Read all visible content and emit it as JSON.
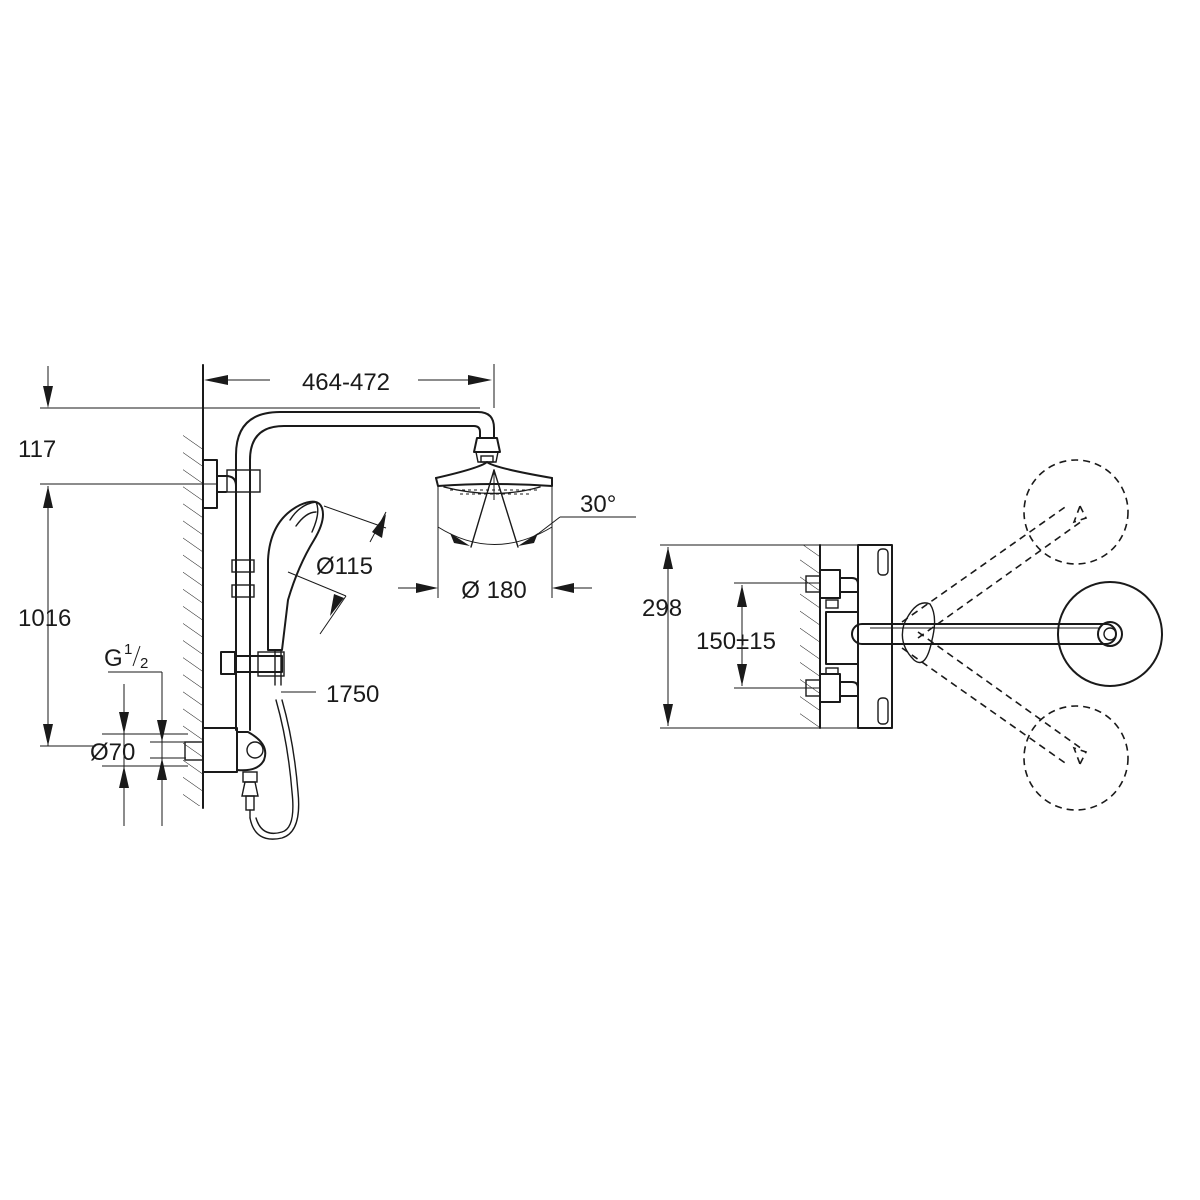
{
  "dimensions": {
    "width_range": "464-472",
    "head_height": "117",
    "total_height": "1016",
    "thread_main": "G",
    "thread_num": "1",
    "thread_den": "2",
    "flange_diameter": "Ø70",
    "hand_shower_diameter": "Ø115",
    "head_shower_diameter": "Ø 180",
    "tilt_angle": "30°",
    "hose_length": "1750",
    "mixer_width": "298",
    "connection_centres": "150±15"
  }
}
